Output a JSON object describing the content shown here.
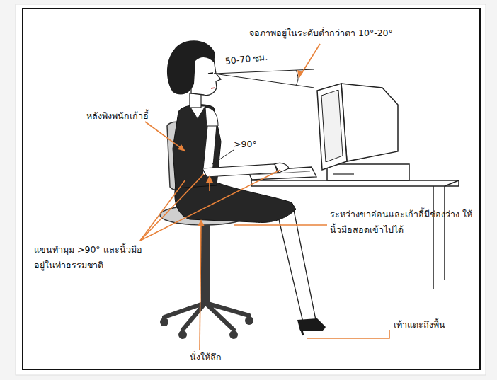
{
  "diagram": {
    "labels": [
      "จอภาพอยู่ในระดับต่ำกว่าตา 10°-20°",
      "50-70 ซม.",
      "หลังพิงพนักเก้าอี้",
      ">90°",
      "ระหว่างขาอ่อนและเก้าอี้มีช่องว่าง ให้นิ้วมือสอดเข้าไปได้",
      "แขนทำมุม >90° และนิ้วมือ อยู่ในท่าธรรมชาติ",
      "เท้าแตะถึงพื้น",
      "นั่งให้ลึก"
    ]
  }
}
